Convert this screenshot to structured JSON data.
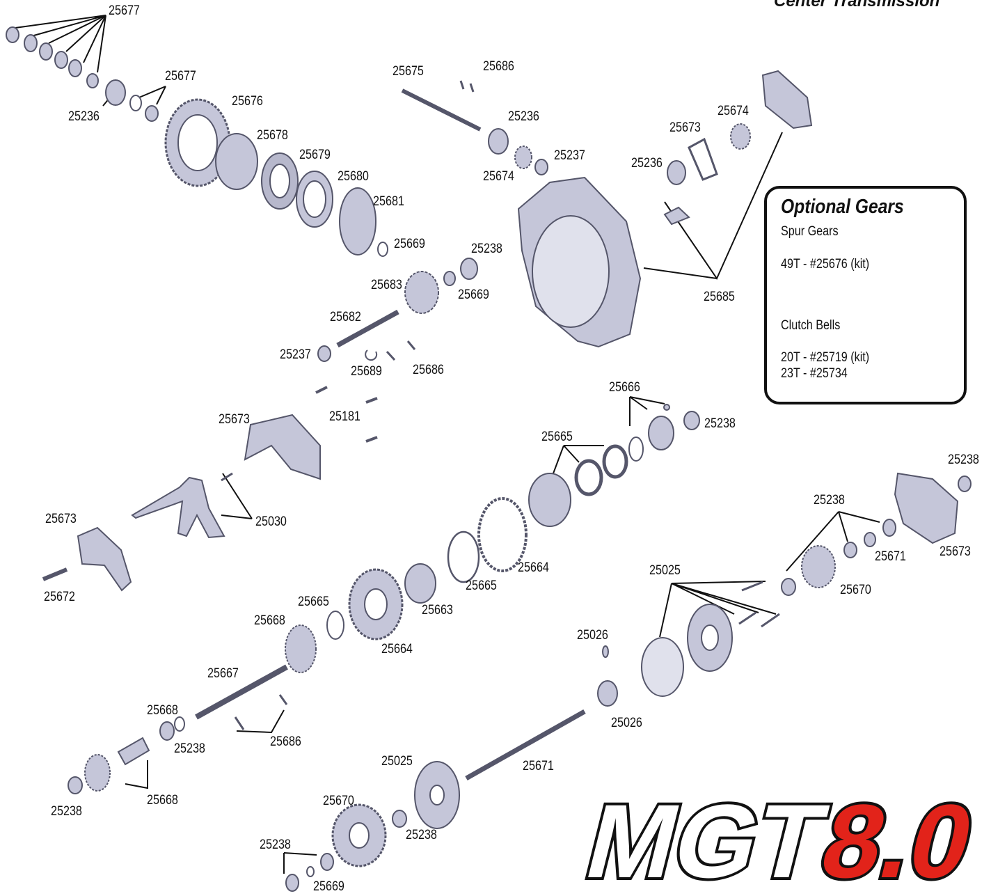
{
  "title": "Center Transmission",
  "optional_gears": {
    "heading": "Optional Gears",
    "spur_heading": "Spur Gears",
    "spur_item": "49T - #25676 (kit)",
    "clutch_heading": "Clutch Bells",
    "clutch_item_1": "20T - #25719 (kit)",
    "clutch_item_2": "23T - #25734"
  },
  "logo": {
    "text": "MGT",
    "number": "8.0"
  },
  "colors": {
    "part_fill": "#c5c6d9",
    "part_stroke": "#55566a",
    "leader": "#111111",
    "logo_red": "#e2231a"
  },
  "labels": [
    {
      "id": "l1",
      "text": "25677"
    },
    {
      "id": "l2",
      "text": "25677"
    },
    {
      "id": "l3",
      "text": "25236"
    },
    {
      "id": "l4",
      "text": "25676"
    },
    {
      "id": "l5",
      "text": "25678"
    },
    {
      "id": "l6",
      "text": "25679"
    },
    {
      "id": "l7",
      "text": "25680"
    },
    {
      "id": "l8",
      "text": "25681"
    },
    {
      "id": "l9",
      "text": "25669"
    },
    {
      "id": "l10",
      "text": "25675"
    },
    {
      "id": "l11",
      "text": "25686"
    },
    {
      "id": "l12",
      "text": "25236"
    },
    {
      "id": "l13",
      "text": "25237"
    },
    {
      "id": "l14",
      "text": "25674"
    },
    {
      "id": "l15",
      "text": "25238"
    },
    {
      "id": "l16",
      "text": "25683"
    },
    {
      "id": "l17",
      "text": "25669"
    },
    {
      "id": "l18",
      "text": "25682"
    },
    {
      "id": "l19",
      "text": "25237"
    },
    {
      "id": "l20",
      "text": "25689"
    },
    {
      "id": "l21",
      "text": "25686"
    },
    {
      "id": "l22",
      "text": "25674"
    },
    {
      "id": "l23",
      "text": "25673"
    },
    {
      "id": "l24",
      "text": "25236"
    },
    {
      "id": "l25",
      "text": "25685"
    },
    {
      "id": "l26",
      "text": "25181"
    },
    {
      "id": "l27",
      "text": "25673"
    },
    {
      "id": "l28",
      "text": "25666"
    },
    {
      "id": "l29",
      "text": "25238"
    },
    {
      "id": "l30",
      "text": "25665"
    },
    {
      "id": "l31",
      "text": "25030"
    },
    {
      "id": "l32",
      "text": "25673"
    },
    {
      "id": "l33",
      "text": "25672"
    },
    {
      "id": "l34",
      "text": "25238"
    },
    {
      "id": "l35",
      "text": "25238"
    },
    {
      "id": "l36",
      "text": "25671"
    },
    {
      "id": "l37",
      "text": "25673"
    },
    {
      "id": "l38",
      "text": "25664"
    },
    {
      "id": "l39",
      "text": "25665"
    },
    {
      "id": "l40",
      "text": "25663"
    },
    {
      "id": "l41",
      "text": "25025"
    },
    {
      "id": "l42",
      "text": "25670"
    },
    {
      "id": "l43",
      "text": "25665"
    },
    {
      "id": "l44",
      "text": "25668"
    },
    {
      "id": "l45",
      "text": "25664"
    },
    {
      "id": "l46",
      "text": "25026"
    },
    {
      "id": "l47",
      "text": "25667"
    },
    {
      "id": "l48",
      "text": "25668"
    },
    {
      "id": "l49",
      "text": "25238"
    },
    {
      "id": "l50",
      "text": "25686"
    },
    {
      "id": "l51",
      "text": "25026"
    },
    {
      "id": "l52",
      "text": "25238"
    },
    {
      "id": "l53",
      "text": "25668"
    },
    {
      "id": "l54",
      "text": "25025"
    },
    {
      "id": "l55",
      "text": "25671"
    },
    {
      "id": "l56",
      "text": "25670"
    },
    {
      "id": "l57",
      "text": "25238"
    },
    {
      "id": "l58",
      "text": "25238"
    },
    {
      "id": "l59",
      "text": "25669"
    }
  ]
}
